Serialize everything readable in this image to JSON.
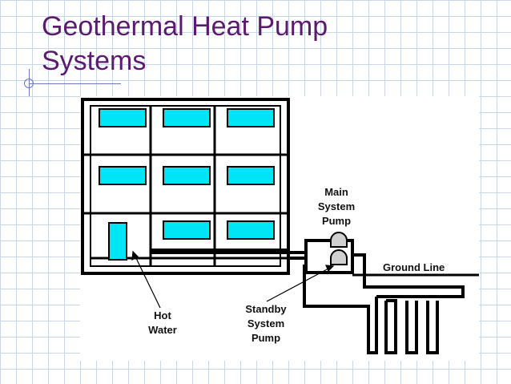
{
  "slide": {
    "title_line1": "Geothermal Heat Pump",
    "title_line2": "Systems"
  },
  "diagram": {
    "labels": {
      "main_pump_1": "Main",
      "main_pump_2": "System",
      "main_pump_3": "Pump",
      "ground_line": "Ground Line",
      "hot_water_1": "Hot",
      "hot_water_2": "Water",
      "standby_1": "Standby",
      "standby_2": "System",
      "standby_3": "Pump"
    },
    "colors": {
      "title": "#5b1a6e",
      "radiator": "#00e5f5",
      "pipe": "#000000",
      "pump": "#d0d0d0"
    }
  }
}
